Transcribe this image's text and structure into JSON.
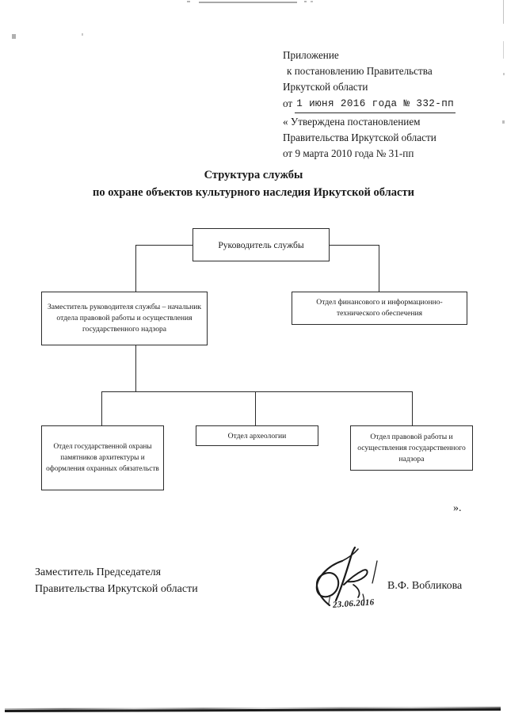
{
  "header": {
    "line1": "Приложение",
    "line2": "к постановлению Правительства",
    "line3": "Иркутской области",
    "date_prefix": "от",
    "date_typed": "1 июня 2016 года № 332-пп",
    "line5": "« Утверждена постановлением",
    "line6": "Правительства Иркутской области",
    "line7": "от 9 марта 2010 года № 31-пп"
  },
  "title": {
    "line1": "Структура службы",
    "line2": "по охране объектов культурного наследия Иркутской области"
  },
  "chart_data": {
    "type": "diagram",
    "title": "Структура службы по охране объектов культурного наследия Иркутской области",
    "nodes": [
      {
        "id": "head",
        "label": "Руководитель службы",
        "level": 0
      },
      {
        "id": "deputy",
        "label": "Заместитель руководителя службы – начальник отдела правовой работы и осуществления государственного надзора",
        "level": 1
      },
      {
        "id": "fin",
        "label": "Отдел финансового и информационно-технического обеспечения",
        "level": 1
      },
      {
        "id": "b1",
        "label": "Отдел государственной охраны памятников архитектуры и оформления охранных обязательств",
        "level": 2
      },
      {
        "id": "b2",
        "label": "Отдел археологии",
        "level": 2
      },
      {
        "id": "b3",
        "label": "Отдел правовой работы и осуществления государственного надзора",
        "level": 2
      }
    ],
    "edges": [
      {
        "from": "head",
        "to": "deputy"
      },
      {
        "from": "head",
        "to": "fin"
      },
      {
        "from": "deputy",
        "to": "b1"
      },
      {
        "from": "deputy",
        "to": "b2"
      },
      {
        "from": "deputy",
        "to": "b3"
      }
    ]
  },
  "closing_quote": "».",
  "signature": {
    "position_line1": "Заместитель Председателя",
    "position_line2": "Правительства Иркутской области",
    "person": "В.Ф. Вобликова",
    "date": "23.06.2016"
  }
}
